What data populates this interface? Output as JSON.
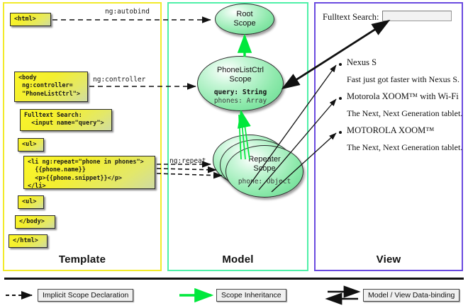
{
  "diagram": {
    "title": "AngularJS Template / Model / View scope diagram",
    "colors": {
      "template_border": "#f2ea2a",
      "model_border": "#4ff0a8",
      "view_border": "#6a4ae0",
      "code_box_fill": "#f4ef2e",
      "scope_fill": "#8ee9ac",
      "inheritance_arrow": "#00e83c",
      "databinding_arrow": "#000000"
    }
  },
  "columns": {
    "template": {
      "label": "Template"
    },
    "model": {
      "label": "Model"
    },
    "view": {
      "label": "View"
    }
  },
  "template": {
    "code_boxes": [
      {
        "name": "html-open",
        "text": "<html>"
      },
      {
        "name": "body-open",
        "text": "<body\n ng:controller=\n \"PhoneListCtrl\">"
      },
      {
        "name": "fulltext-search",
        "text": "Fulltext Search:\n  <input name=\"query\">"
      },
      {
        "name": "ul-open",
        "text": "<ul>"
      },
      {
        "name": "li-repeat",
        "text": "<li ng:repeat=\"phone in phones\">\n  {{phone.name}}\n  <p>{{phone.snippet}}</p>\n</li>"
      },
      {
        "name": "ul-close",
        "text": "<ul>"
      },
      {
        "name": "body-close",
        "text": "</body>"
      },
      {
        "name": "html-close",
        "text": "</html>"
      }
    ],
    "edge_labels": [
      {
        "name": "ng-autobind",
        "text": "ng:autobind"
      },
      {
        "name": "ng-controller",
        "text": "ng:controller"
      },
      {
        "name": "ng-repeat",
        "text": "ng:repeat"
      }
    ]
  },
  "model": {
    "scopes": [
      {
        "name": "root-scope",
        "title_line1": "Root",
        "title_line2": "Scope",
        "props": []
      },
      {
        "name": "phonelistctrl-scope",
        "title_line1": "PhoneListCtrl",
        "title_line2": "Scope",
        "props": [
          {
            "text": "query: String",
            "bold": true
          },
          {
            "text": "phones: Array",
            "bold": false
          }
        ]
      },
      {
        "name": "repeater-scope",
        "title_line1": "Repeater",
        "title_line2": "Scope",
        "props": [
          {
            "text": "phone: Object",
            "bold": false
          }
        ]
      }
    ]
  },
  "view": {
    "search_label": "Fulltext Search:",
    "search_value": "",
    "items": [
      {
        "title": "Nexus S",
        "snippet": "Fast just got faster with Nexus S."
      },
      {
        "title": "Motorola XOOM™  with Wi-Fi",
        "snippet": "The Next, Next Generation tablet."
      },
      {
        "title": "MOTOROLA XOOM™",
        "snippet": "The Next, Next Generation tablet."
      }
    ]
  },
  "legend": {
    "entries": [
      {
        "name": "implicit-scope-declaration",
        "label": "Implicit Scope Declaration",
        "arrow": "dashed-black"
      },
      {
        "name": "scope-inheritance",
        "label": "Scope Inheritance",
        "arrow": "solid-green"
      },
      {
        "name": "model-view-data-binding",
        "label": "Model / View Data-binding",
        "arrow": "double-black"
      }
    ]
  }
}
